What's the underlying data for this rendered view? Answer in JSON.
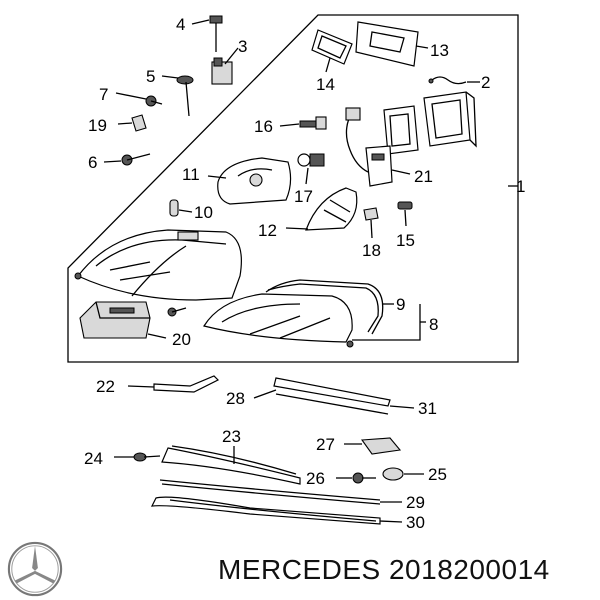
{
  "callouts": [
    {
      "id": "c1",
      "text": "1"
    },
    {
      "id": "c2",
      "text": "2"
    },
    {
      "id": "c3",
      "text": "3"
    },
    {
      "id": "c4",
      "text": "4"
    },
    {
      "id": "c5",
      "text": "5"
    },
    {
      "id": "c6",
      "text": "6"
    },
    {
      "id": "c7",
      "text": "7"
    },
    {
      "id": "c8",
      "text": "8"
    },
    {
      "id": "c9",
      "text": "9"
    },
    {
      "id": "c10",
      "text": "10"
    },
    {
      "id": "c11",
      "text": "11"
    },
    {
      "id": "c12",
      "text": "12"
    },
    {
      "id": "c13",
      "text": "13"
    },
    {
      "id": "c14",
      "text": "14"
    },
    {
      "id": "c15",
      "text": "15"
    },
    {
      "id": "c16",
      "text": "16"
    },
    {
      "id": "c17",
      "text": "17"
    },
    {
      "id": "c18",
      "text": "18"
    },
    {
      "id": "c19",
      "text": "19"
    },
    {
      "id": "c20",
      "text": "20"
    },
    {
      "id": "c21",
      "text": "21"
    },
    {
      "id": "c22",
      "text": "22"
    },
    {
      "id": "c23",
      "text": "23"
    },
    {
      "id": "c24",
      "text": "24"
    },
    {
      "id": "c25",
      "text": "25"
    },
    {
      "id": "c26",
      "text": "26"
    },
    {
      "id": "c27",
      "text": "27"
    },
    {
      "id": "c28",
      "text": "28"
    },
    {
      "id": "c29",
      "text": "29"
    },
    {
      "id": "c30",
      "text": "30"
    },
    {
      "id": "c31",
      "text": "31"
    }
  ],
  "footer": {
    "brand": "MERCEDES",
    "part_number": "2018200014",
    "logo_icon": "mercedes-star-icon"
  }
}
